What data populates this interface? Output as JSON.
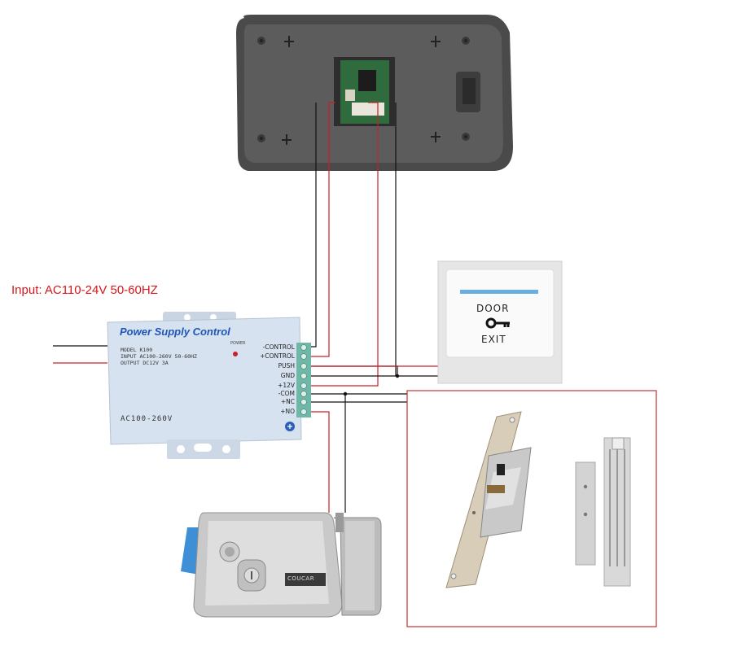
{
  "input_label": "Input: AC110-24V 50-60HZ",
  "power_supply": {
    "title": "Power Supply Control",
    "model": "MODEL  K100",
    "input": "INPUT  AC100-260V 50-60HZ",
    "output": "OUTPUT  DC12V 3A",
    "power_indicator": "POWER",
    "voltage_label": "AC100-260V",
    "terminals": [
      "-CONTROL",
      "+CONTROL",
      "PUSH",
      "GND",
      "+12V",
      "-COM",
      "+NC",
      "+NO"
    ]
  },
  "exit_button": {
    "line1": "DOOR",
    "line2": "EXIT"
  },
  "lock_brand": "COUCAR",
  "colors": {
    "label_red": "#d6161b",
    "wire_red": "#c8202a",
    "wire_black": "#111111",
    "title_blue": "#1f56b8",
    "terminal_green": "#6fb8a8",
    "box_border": "#c33333"
  },
  "icons": {
    "key": "key-icon"
  }
}
